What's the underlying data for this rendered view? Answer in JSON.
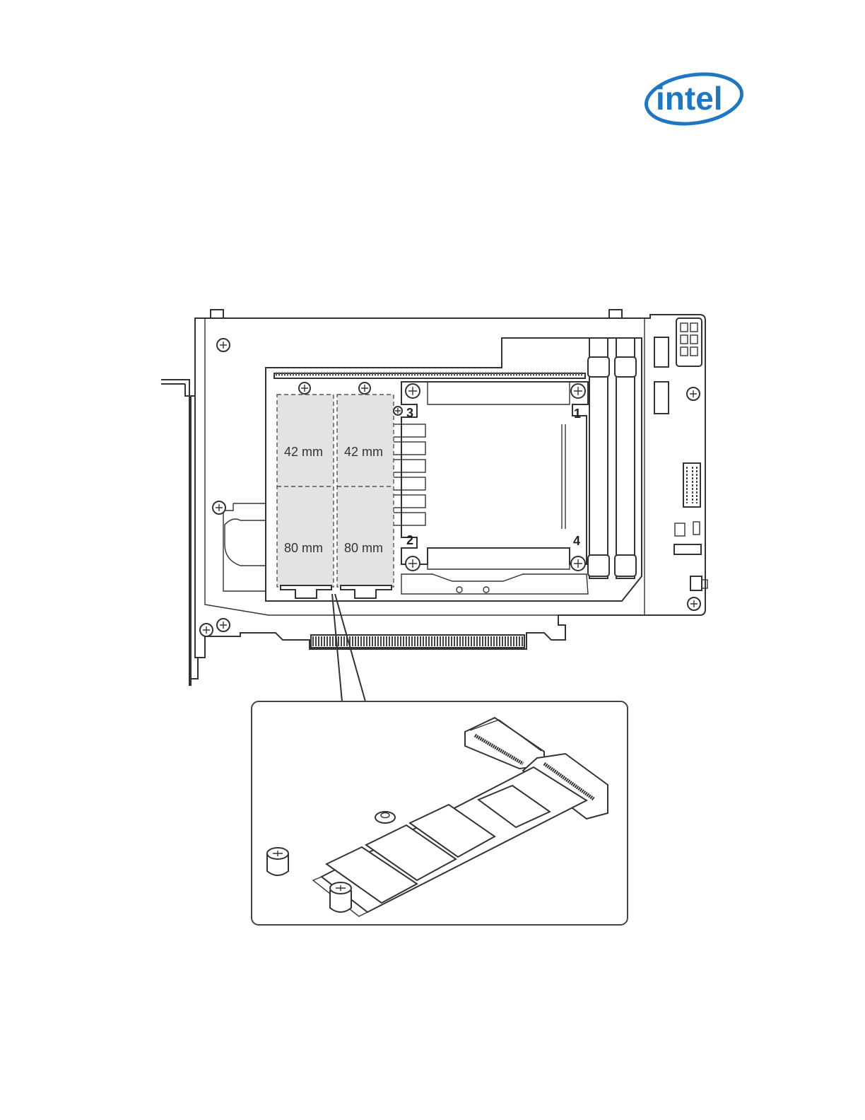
{
  "logo": {
    "text": "intel",
    "color": "#1f77c2"
  },
  "slots": [
    {
      "top_label": "42 mm",
      "bottom_label": "80 mm"
    },
    {
      "top_label": "42 mm",
      "bottom_label": "80 mm"
    }
  ],
  "bracket_corners": [
    "3",
    "1",
    "2",
    "4"
  ]
}
